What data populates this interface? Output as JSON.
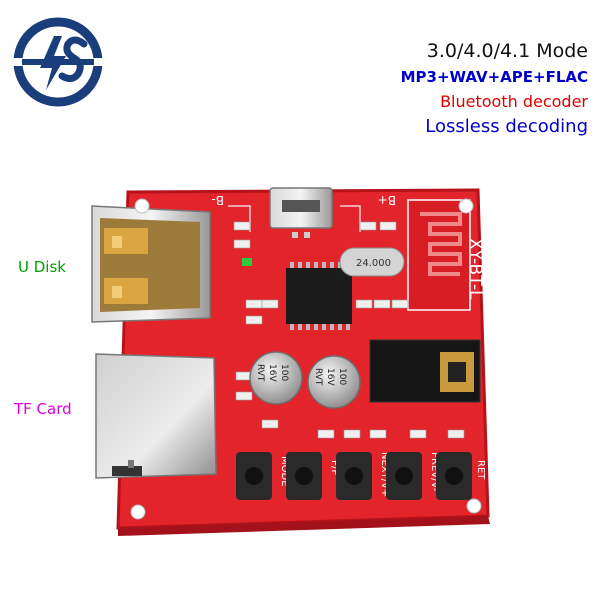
{
  "specs": {
    "mode": "3.0/4.0/4.1 Mode",
    "formats": "MP3+WAV+APE+FLAC",
    "bluetooth": "Bluetooth decoder",
    "lossless": "Lossless decoding"
  },
  "callouts": {
    "u_disk": "U Disk",
    "tf_card": "TF Card"
  },
  "board": {
    "model": "XY-BT-L",
    "b_minus": "B-",
    "b_plus": "B+",
    "crystal": "24.000",
    "capacitor": [
      "100",
      "16V",
      "RVT"
    ],
    "buttons": [
      "MODE",
      "P/P",
      "NEXT/V+",
      "PREV/V-",
      "RET"
    ]
  },
  "logo": {
    "text": "IS"
  },
  "colors": {
    "pcb": "#e3242b",
    "pcb_edge": "#b5121a",
    "logo_blue": "#1a3d7c",
    "formats_blue": "#0000cc",
    "bt_red": "#e00000",
    "udisk_green": "#00a000",
    "tf_magenta": "#e000e0"
  }
}
